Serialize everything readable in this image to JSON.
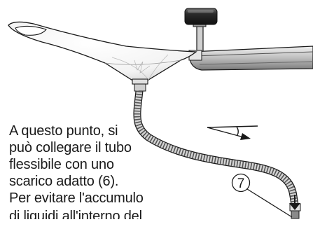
{
  "instruction_text": {
    "lines": [
      "A questo punto, si",
      "può collegare il tubo",
      "flessibile con uno",
      "scarico adatto (6).",
      "Per evitare l'accumulo",
      "di liquidi all'interno del"
    ]
  },
  "callout": {
    "number": "7"
  },
  "colors": {
    "line": "#1a1a1a",
    "metal_dark": "#3a3a3a",
    "metal_light": "#d9d9d9",
    "bag_shade": "#e6e6e6"
  }
}
